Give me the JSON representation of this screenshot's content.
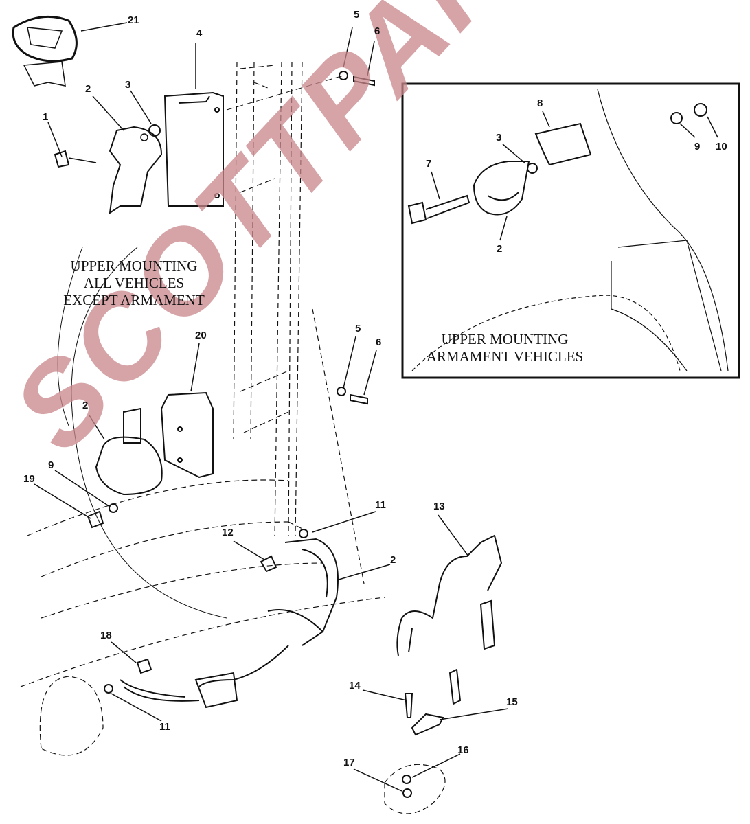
{
  "captions": {
    "upper_all": [
      "UPPER MOUNTING",
      "ALL VEHICLES",
      "EXCEPT ARMAMENT"
    ],
    "upper_armament": [
      "UPPER MOUNTING",
      "ARMAMENT VEHICLES"
    ]
  },
  "callouts": [
    "21",
    "4",
    "5",
    "6",
    "3",
    "2",
    "1",
    "8",
    "3",
    "7",
    "9",
    "10",
    "2",
    "20",
    "5",
    "6",
    "2",
    "9",
    "19",
    "11",
    "12",
    "13",
    "2",
    "18",
    "11",
    "14",
    "15",
    "16",
    "17"
  ],
  "watermark": "SCOTTPARTS.COM",
  "colors": {
    "line": "#111111",
    "watermark": "#c9858a"
  }
}
